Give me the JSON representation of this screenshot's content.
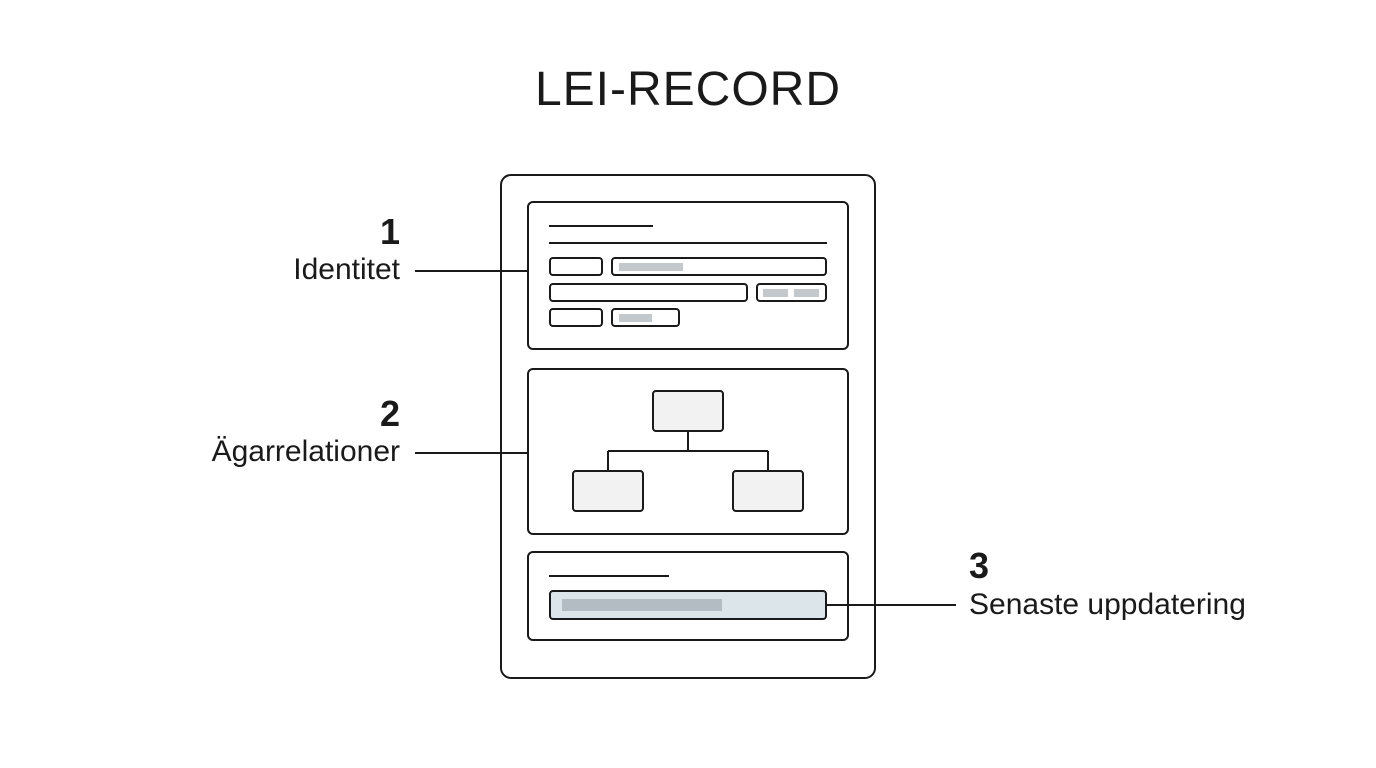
{
  "title": "LEI-RECORD",
  "callouts": [
    {
      "number": "1",
      "label": "Identitet"
    },
    {
      "number": "2",
      "label": "Ägarrelationer"
    },
    {
      "number": "3",
      "label": "Senaste uppdatering"
    }
  ],
  "colors": {
    "stroke": "#1a1a1a",
    "placeholder": "#c3c8cc",
    "node_fill": "#f2f2f2",
    "highlight_fill": "#dce5ea",
    "highlight_bar": "#b3bcc2"
  }
}
